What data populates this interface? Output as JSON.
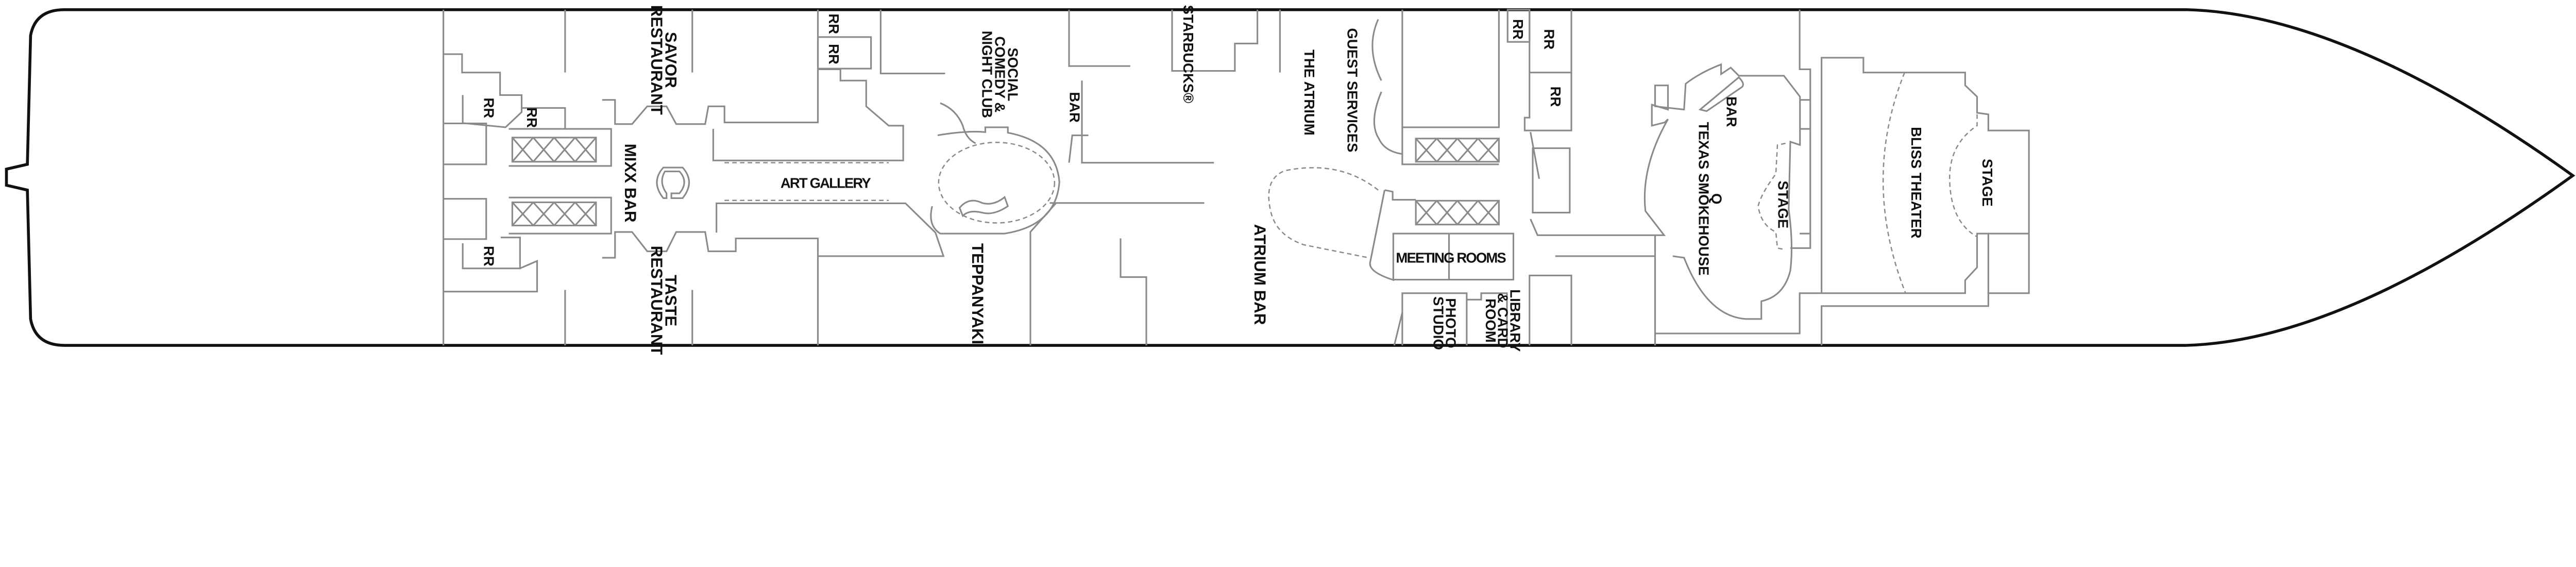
{
  "deck_plan": {
    "colors": {
      "hull": "#111111",
      "walls": "#8a8a8a",
      "labels": "#111111"
    },
    "venues": {
      "savor": [
        "SAVOR",
        "RESTAURANT"
      ],
      "taste": [
        "TASTE",
        "RESTAURANT"
      ],
      "mixx_bar": "MIXX BAR",
      "art_gallery": "ART GALLERY",
      "social": [
        "SOCIAL",
        "COMEDY &",
        "NIGHT CLUB"
      ],
      "teppanyaki": "TEPPANYAKI",
      "bar_mid": "BAR",
      "starbucks": "STARBUCKS®",
      "atrium": "THE ATRIUM",
      "guest_services": "GUEST SERVICES",
      "atrium_bar": "ATRIUM BAR",
      "meeting_rooms": "MEETING ROOMS",
      "photo_studio": [
        "PHOTO",
        "STUDIO"
      ],
      "library": [
        "LIBRARY",
        "& CARD",
        "ROOM"
      ],
      "bar_fwd": "BAR",
      "q_smokehouse": [
        "Q",
        "TEXAS SMOKEHOUSE"
      ],
      "stage_q": "STAGE",
      "bliss_theater": "BLISS THEATER",
      "stage_bliss": "STAGE"
    },
    "restroom_label": "RR"
  }
}
